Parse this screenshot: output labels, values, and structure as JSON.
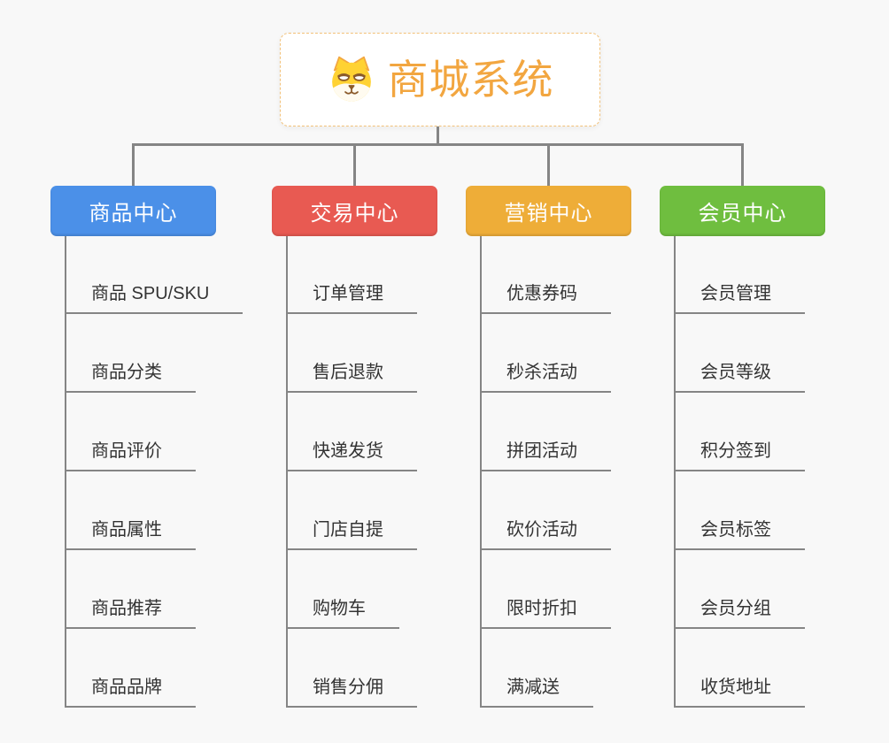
{
  "root": {
    "title": "商城系统",
    "title_color": "#F2A640",
    "icon": "dog-face-icon"
  },
  "connector_color": "#858585",
  "branches": [
    {
      "label": "商品中心",
      "color": "#4B90E8",
      "items": [
        "商品 SPU/SKU",
        "商品分类",
        "商品评价",
        "商品属性",
        "商品推荐",
        "商品品牌"
      ]
    },
    {
      "label": "交易中心",
      "color": "#E85A52",
      "items": [
        "订单管理",
        "售后退款",
        "快递发货",
        "门店自提",
        "购物车",
        "销售分佣"
      ]
    },
    {
      "label": "营销中心",
      "color": "#EEAD38",
      "items": [
        "优惠券码",
        "秒杀活动",
        "拼团活动",
        "砍价活动",
        "限时折扣",
        "满减送"
      ]
    },
    {
      "label": "会员中心",
      "color": "#6FBE3F",
      "items": [
        "会员管理",
        "会员等级",
        "积分签到",
        "会员标签",
        "会员分组",
        "收货地址"
      ]
    }
  ]
}
